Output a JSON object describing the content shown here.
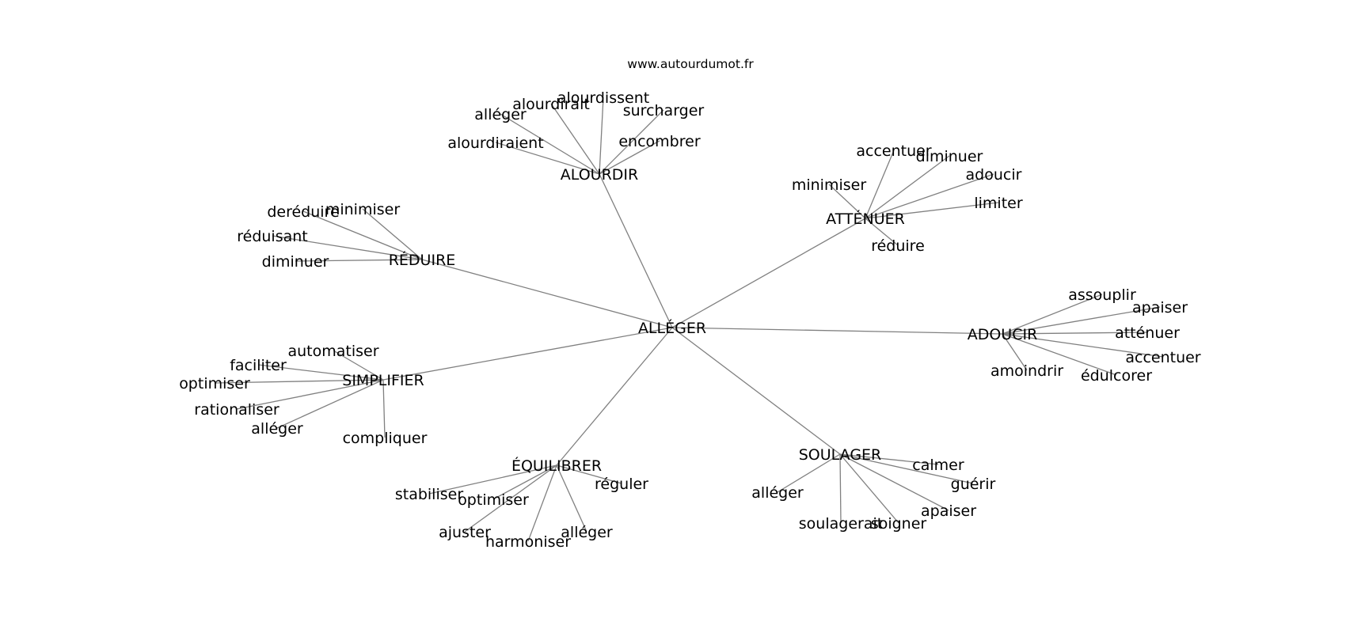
{
  "watermark": "www.autourdumot.fr",
  "graph": {
    "root": "ALLÉGER",
    "hubs": [
      {
        "label": "ALOURDIR",
        "leaves": [
          "alléger",
          "alourdirait",
          "alourdissent",
          "surcharger",
          "alourdiraient",
          "encombrer"
        ]
      },
      {
        "label": "ATTÉNUER",
        "leaves": [
          "accentuer",
          "diminuer",
          "minimiser",
          "adoucir",
          "limiter",
          "réduire"
        ]
      },
      {
        "label": "RÉDUIRE",
        "leaves": [
          "deréduire",
          "minimiser",
          "réduisant",
          "diminuer"
        ]
      },
      {
        "label": "ADOUCIR",
        "leaves": [
          "assouplir",
          "apaiser",
          "atténuer",
          "accentuer",
          "amoindrir",
          "édulcorer"
        ]
      },
      {
        "label": "SIMPLIFIER",
        "leaves": [
          "automatiser",
          "faciliter",
          "optimiser",
          "rationaliser",
          "alléger",
          "compliquer"
        ]
      },
      {
        "label": "SOULAGER",
        "leaves": [
          "calmer",
          "guérir",
          "alléger",
          "apaiser",
          "soulagerait",
          "soigner"
        ]
      },
      {
        "label": "ÉQUILIBRER",
        "leaves": [
          "réguler",
          "stabiliser",
          "optimiser",
          "ajuster",
          "harmoniser",
          "alléger"
        ]
      }
    ]
  }
}
